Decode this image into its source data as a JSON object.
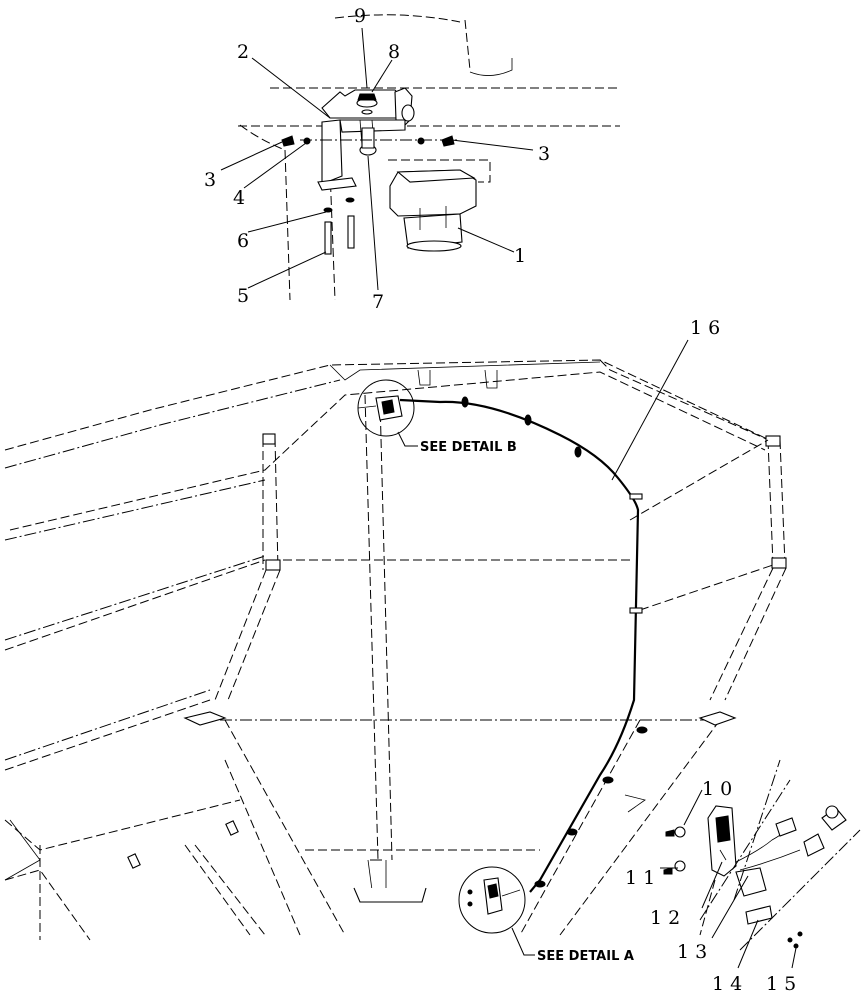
{
  "callouts": {
    "c1": "1",
    "c2": "2",
    "c3a": "3",
    "c3b": "3",
    "c4": "4",
    "c5": "5",
    "c6": "6",
    "c7": "7",
    "c8": "8",
    "c9": "9",
    "c10": "1 0",
    "c11": "1 1",
    "c12": "1 2",
    "c13": "1 3",
    "c14": "1 4",
    "c15": "1 5",
    "c16": "1 6"
  },
  "details": {
    "detail_b": "SEE DETAIL  B",
    "detail_a": "SEE DETAIL  A"
  }
}
